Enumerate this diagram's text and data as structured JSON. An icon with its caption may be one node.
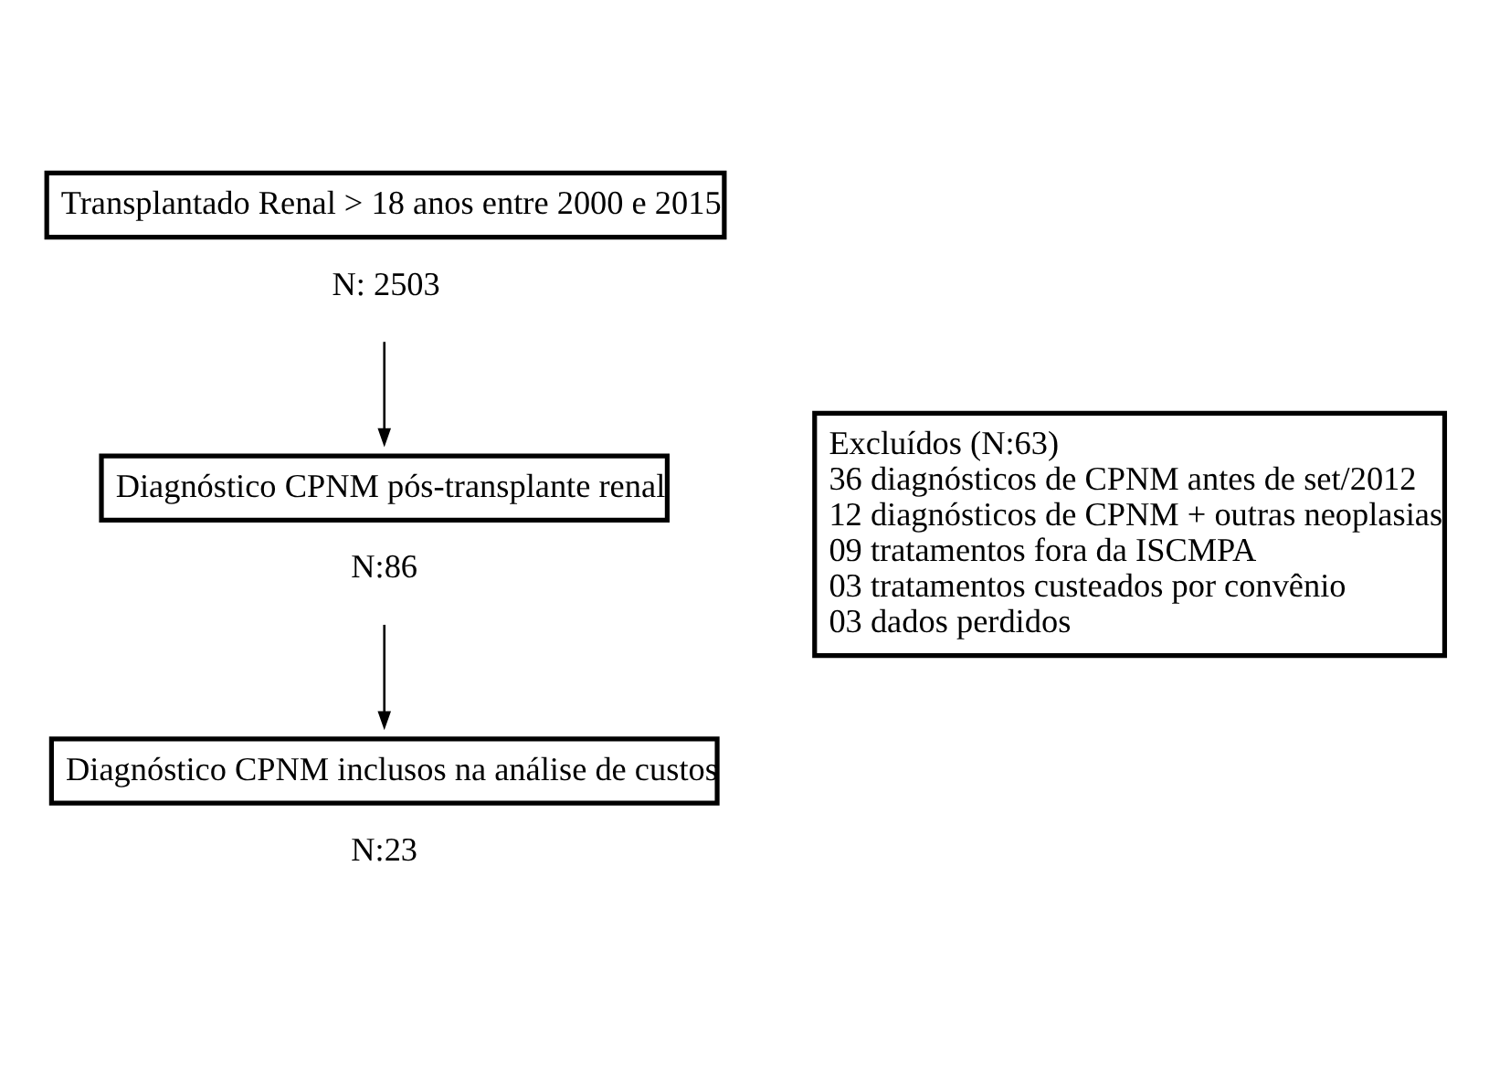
{
  "diagram": {
    "nodes": [
      {
        "text": [
          "Transplantado Renal > 18 anos entre 2000 e 2015"
        ],
        "beside": [
          "N: 2503"
        ]
      },
      {
        "text": [
          "Diagnóstico CPNM pós-transplante renal"
        ],
        "beside": [
          "N:86"
        ]
      },
      {
        "text": [
          "Diagnóstico CPNM inclusos na análise de custos"
        ],
        "beside": [
          "N:23"
        ]
      },
      {
        "text": [
          "Excluídos (N:63)",
          "36 diagnósticos de CPNM antes de set/2012",
          "12 diagnósticos de CPNM + outras neoplasias",
          "09 tratamentos fora da ISCMPA",
          "03 tratamentos custeados por convênio",
          "03 dados perdidos"
        ]
      }
    ],
    "edges": [
      {
        "from": 0,
        "to": 1,
        "arrow": "to"
      },
      {
        "from": 1,
        "to": 2,
        "arrow": "to"
      }
    ]
  }
}
